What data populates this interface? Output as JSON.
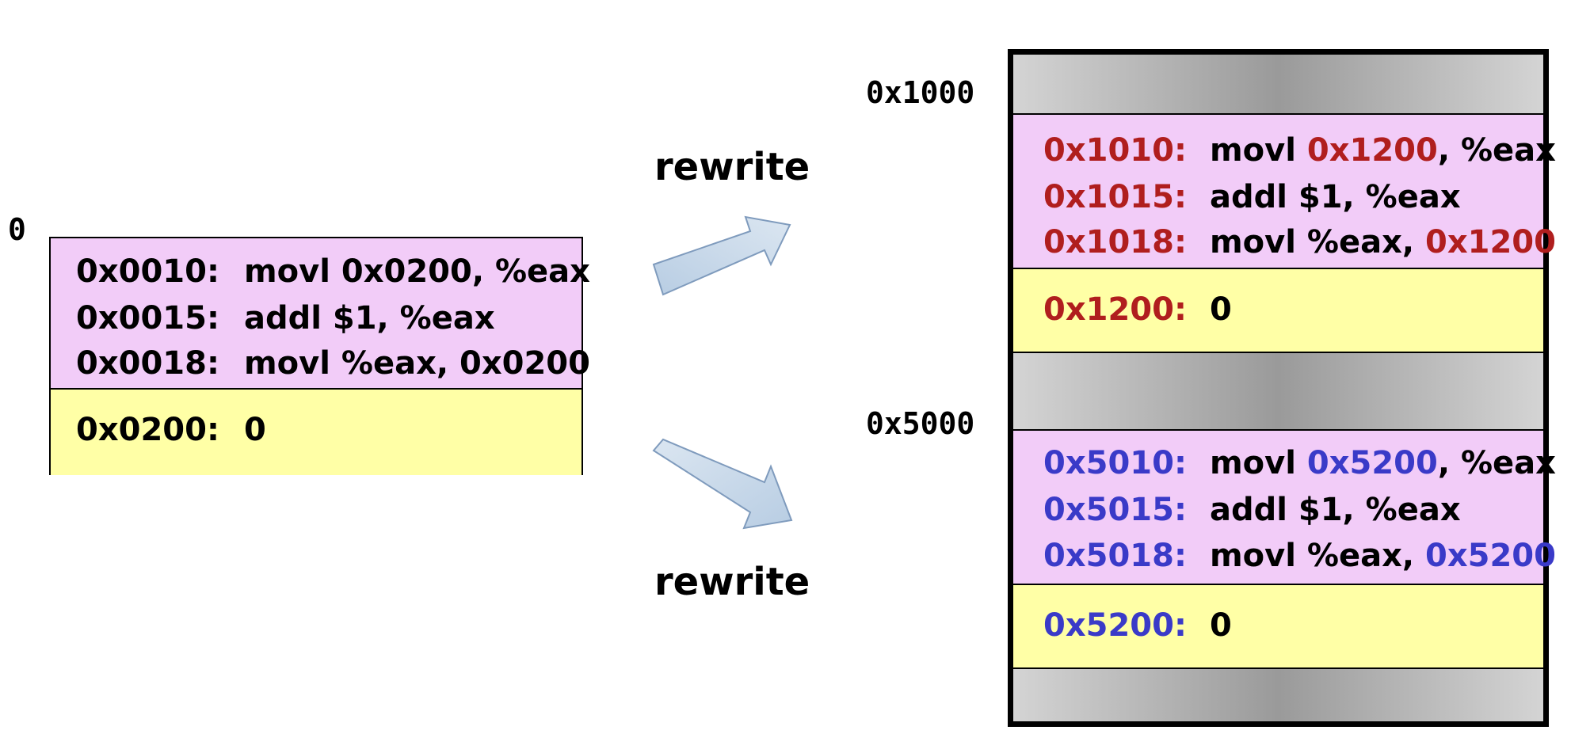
{
  "origin_label": "0",
  "source": {
    "lines": [
      {
        "addr": "0x0010:",
        "op": "movl 0x0200, %eax"
      },
      {
        "addr": "0x0015:",
        "op": "addl  $1, %eax"
      },
      {
        "addr": "0x0018:",
        "op": "movl %eax, 0x0200"
      }
    ],
    "data": {
      "addr": "0x0200:",
      "value": "0"
    }
  },
  "arrows": {
    "top_label": "rewrite",
    "bottom_label": "rewrite"
  },
  "memory": {
    "base1_label": "0x1000",
    "base2_label": "0x5000",
    "proc1": {
      "lines": [
        {
          "addr": "0x1010:",
          "op_pre": "movl ",
          "op_hl": "0x1200",
          "op_post": ", %eax"
        },
        {
          "addr": "0x1015:",
          "op": "addl  $1, %eax"
        },
        {
          "addr": "0x1018:",
          "op_pre": "movl %eax, ",
          "op_hl": "0x1200",
          "op_post": ""
        }
      ],
      "data": {
        "addr": "0x1200:",
        "value": "0"
      }
    },
    "proc2": {
      "lines": [
        {
          "addr": "0x5010:",
          "op_pre": "movl ",
          "op_hl": "0x5200",
          "op_post": ", %eax"
        },
        {
          "addr": "0x5015:",
          "op": "addl  $1, %eax"
        },
        {
          "addr": "0x5018:",
          "op_pre": "movl %eax, ",
          "op_hl": "0x5200",
          "op_post": ""
        }
      ],
      "data": {
        "addr": "0x5200:",
        "value": "0"
      }
    }
  },
  "colors": {
    "relocated_first": "#b01e1e",
    "relocated_second": "#3a3ac8",
    "code_fill": "#f2ccf8",
    "data_fill": "#ffffa6"
  }
}
